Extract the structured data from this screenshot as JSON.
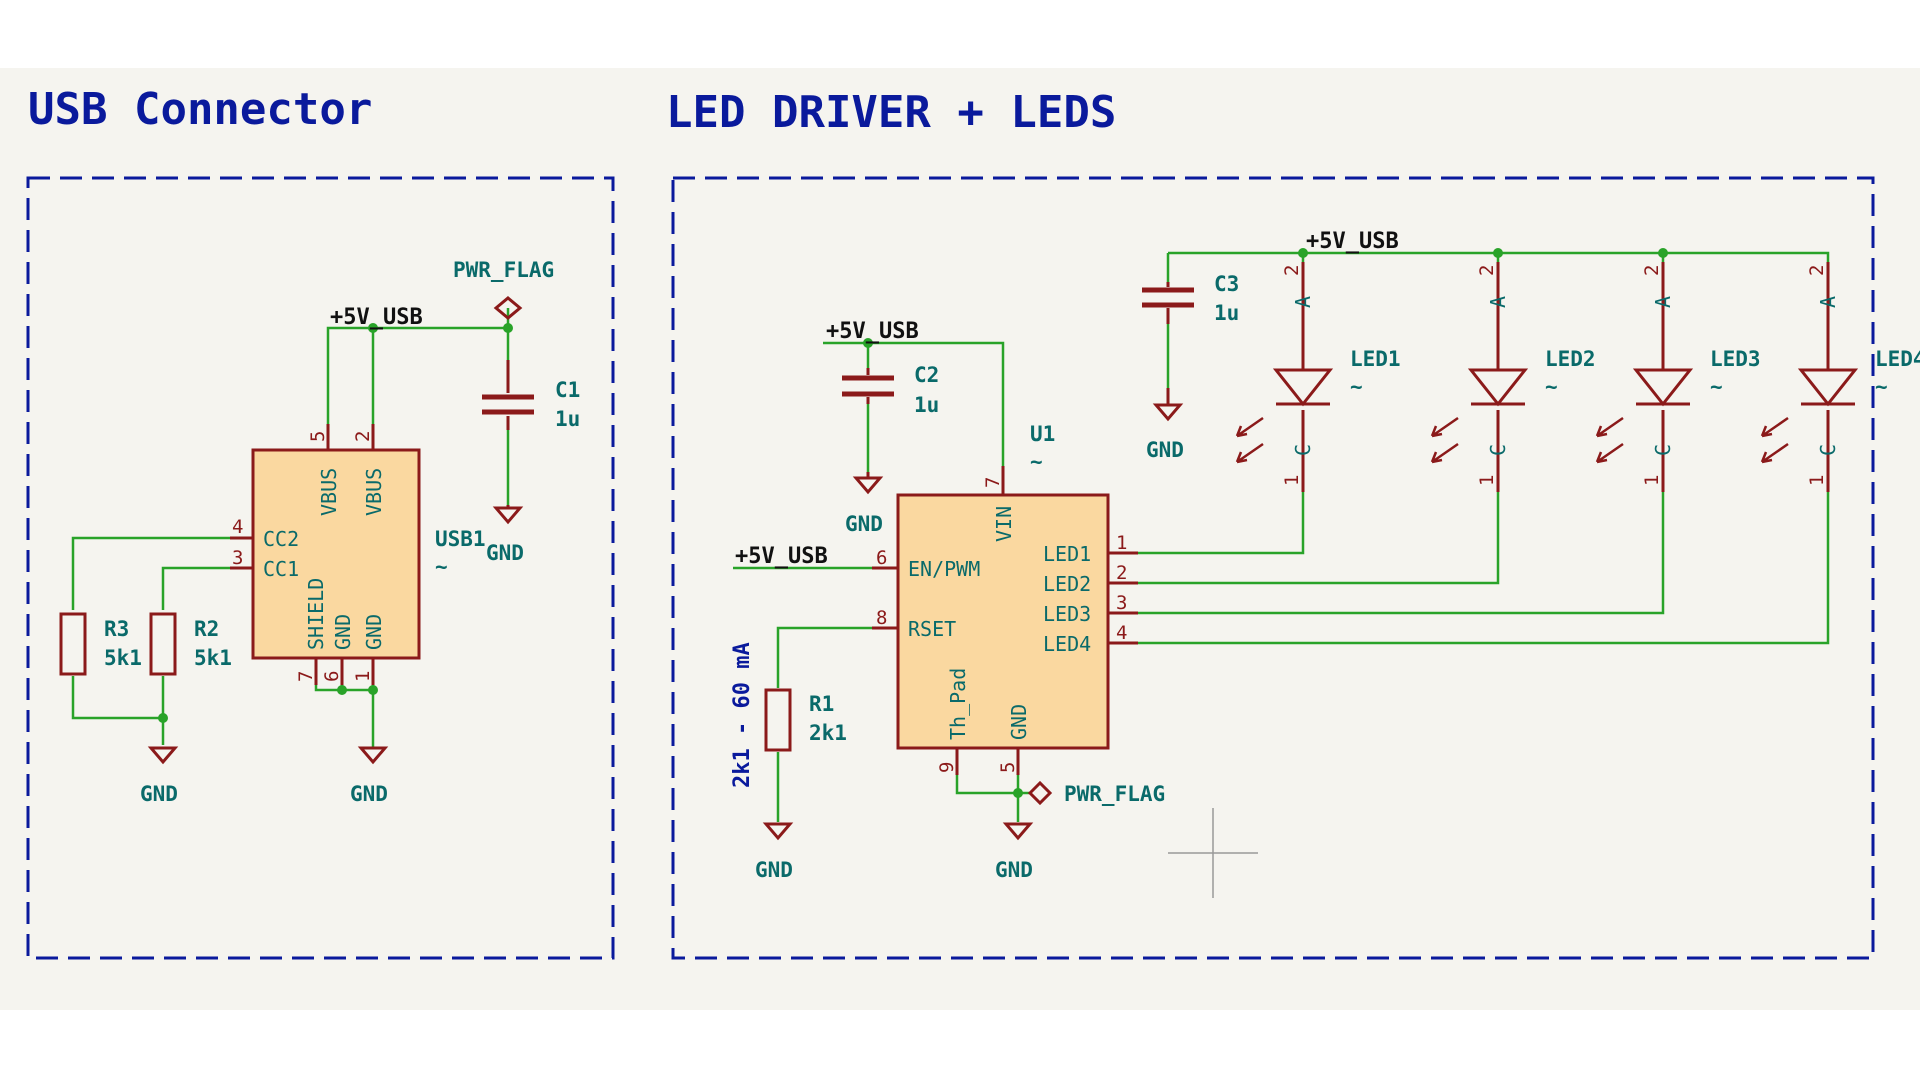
{
  "sections": {
    "usb": {
      "title": "USB Connector"
    },
    "led": {
      "title": "LED DRIVER + LEDS"
    }
  },
  "nets": {
    "vusb": "+5V_USB",
    "gnd": "GND",
    "pwr_flag": "PWR_FLAG"
  },
  "usb_connector": {
    "ref": "USB1",
    "value": "~",
    "pins": [
      {
        "name": "VBUS",
        "number": "5"
      },
      {
        "name": "VBUS",
        "number": "2"
      },
      {
        "name": "CC2",
        "number": "4"
      },
      {
        "name": "CC1",
        "number": "3"
      },
      {
        "name": "SHIELD",
        "number": "7"
      },
      {
        "name": "GND",
        "number": "6"
      },
      {
        "name": "GND",
        "number": "1"
      }
    ]
  },
  "capacitors": [
    {
      "ref": "C1",
      "value": "1u"
    },
    {
      "ref": "C2",
      "value": "1u"
    },
    {
      "ref": "C3",
      "value": "1u"
    }
  ],
  "resistors": [
    {
      "ref": "R3",
      "value": "5k1"
    },
    {
      "ref": "R2",
      "value": "5k1"
    },
    {
      "ref": "R1",
      "value": "2k1"
    }
  ],
  "rset_note": "2k1 - 60 mA",
  "driver": {
    "ref": "U1",
    "value": "~",
    "pins": [
      {
        "name": "VIN",
        "number": "7"
      },
      {
        "name": "EN/PWM",
        "number": "6"
      },
      {
        "name": "RSET",
        "number": "8"
      },
      {
        "name": "LED1",
        "number": "1"
      },
      {
        "name": "LED2",
        "number": "2"
      },
      {
        "name": "LED3",
        "number": "3"
      },
      {
        "name": "LED4",
        "number": "4"
      },
      {
        "name": "Th_Pad",
        "number": "9"
      },
      {
        "name": "GND",
        "number": "5"
      }
    ]
  },
  "leds": [
    {
      "ref": "LED1",
      "value": "~",
      "anode_label": "A",
      "cathode_label": "C",
      "anode_pin": "2",
      "cathode_pin": "1"
    },
    {
      "ref": "LED2",
      "value": "~",
      "anode_label": "A",
      "cathode_label": "C",
      "anode_pin": "2",
      "cathode_pin": "1"
    },
    {
      "ref": "LED3",
      "value": "~",
      "anode_label": "A",
      "cathode_label": "C",
      "anode_pin": "2",
      "cathode_pin": "1"
    },
    {
      "ref": "LED4",
      "value": "~",
      "anode_label": "A",
      "cathode_label": "C",
      "anode_pin": "2",
      "cathode_pin": "1"
    }
  ],
  "colors": {
    "background": "#f5f4ef",
    "wire": "#29a329",
    "symbol": "#8b1a1a",
    "symbol_fill": "#fad8a0",
    "label": "#0a6a6a",
    "frame": "#0a1a9c"
  }
}
